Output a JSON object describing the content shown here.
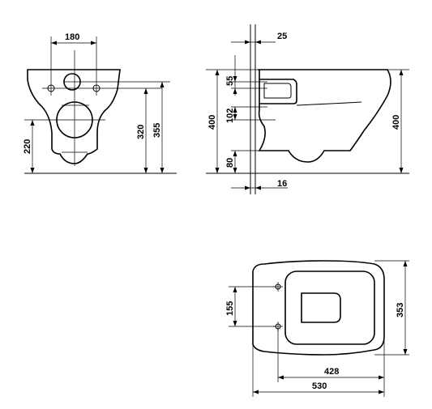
{
  "front_view": {
    "dim_width_top": "180",
    "dim_height_220": "220",
    "dim_height_320": "320",
    "dim_height_355": "355"
  },
  "side_view": {
    "dim_wall_25": "25",
    "dim_55": "55",
    "dim_102": "102",
    "dim_80": "80",
    "dim_height_left_400": "400",
    "dim_height_right_400": "400",
    "dim_bottom_16": "16"
  },
  "top_view": {
    "dim_155": "155",
    "dim_353": "353",
    "dim_428": "428",
    "dim_530": "530"
  }
}
